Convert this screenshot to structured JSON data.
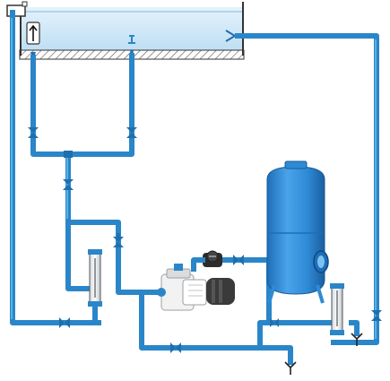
{
  "diagram": {
    "type": "pool-filtration-schematic",
    "components": [
      {
        "id": "pool",
        "icon": "pool-basin-icon"
      },
      {
        "id": "skimmer",
        "icon": "skimmer-icon"
      },
      {
        "id": "main-drain",
        "icon": "drain-icon"
      },
      {
        "id": "return-inlet",
        "icon": "return-inlet-icon"
      },
      {
        "id": "sand-filter",
        "icon": "sand-filter-tank-icon"
      },
      {
        "id": "pump",
        "icon": "pump-icon"
      },
      {
        "id": "flow-meter-left",
        "icon": "flow-meter-icon"
      },
      {
        "id": "flow-meter-filter",
        "icon": "flow-meter-icon"
      },
      {
        "id": "flow-meter-right",
        "icon": "flow-meter-icon"
      },
      {
        "id": "multiport-valve",
        "icon": "multiport-valve-icon"
      },
      {
        "id": "drain-outlet-center",
        "icon": "drain-outlet-icon"
      },
      {
        "id": "drain-outlet-right",
        "icon": "drain-outlet-icon"
      }
    ],
    "valve_count": 9,
    "colors": {
      "pipe": "#2a86c8",
      "pipe_highlight": "#58b0e8",
      "water": "#cfe8f7",
      "tank": "#2f8ad6",
      "valve": "#1f6fae",
      "pump_housing": "#f2f2f2",
      "pump_motor": "#3a3a3a"
    }
  }
}
